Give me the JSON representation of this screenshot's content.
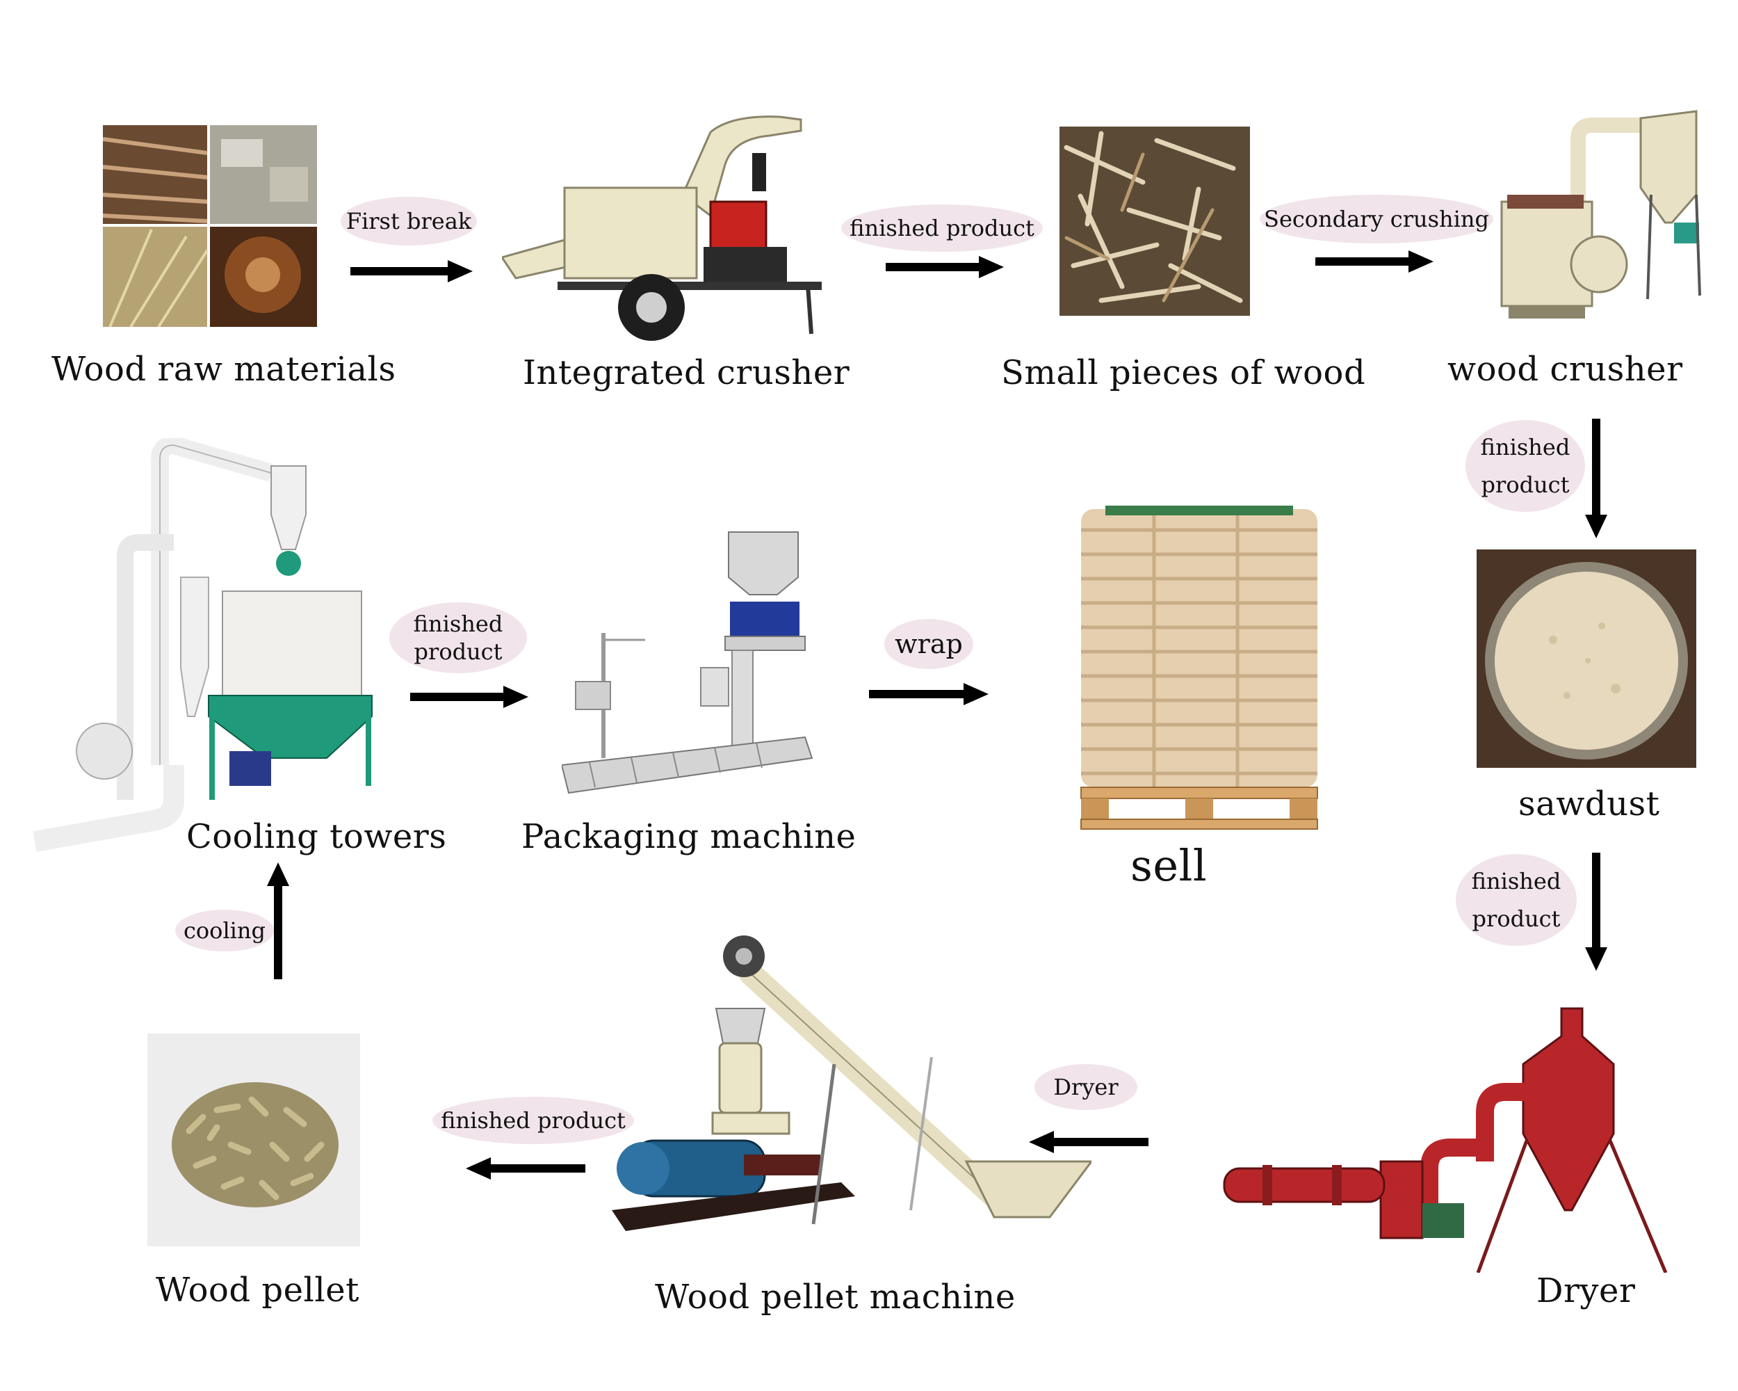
{
  "nodes": {
    "raw_materials": "Wood raw materials",
    "integrated_crusher": "Integrated crusher",
    "small_pieces": "Small pieces of wood",
    "wood_crusher": "wood crusher",
    "sawdust": "sawdust",
    "dryer": "Dryer",
    "pellet_machine": "Wood pellet machine",
    "wood_pellet": "Wood pellet",
    "cooling_towers": "Cooling towers",
    "packaging_machine": "Packaging machine",
    "sell": "sell"
  },
  "steps": {
    "first_break": "First break",
    "finished_product_1": "finished product",
    "secondary_crushing": "Secondary crushing",
    "finished_product_2": [
      "finished",
      "product"
    ],
    "finished_product_3": [
      "finished",
      "product"
    ],
    "dryer_step": "Dryer",
    "finished_product_4": "finished product",
    "cooling": "cooling",
    "finished_product_5": [
      "finished",
      "product"
    ],
    "wrap": "wrap"
  },
  "colors": {
    "pill": "#f1e4ea",
    "arrow": "#000000",
    "machine_cream": "#ece6c8",
    "dryer_red": "#b8262a",
    "cooler_green": "#1f9a7a"
  }
}
